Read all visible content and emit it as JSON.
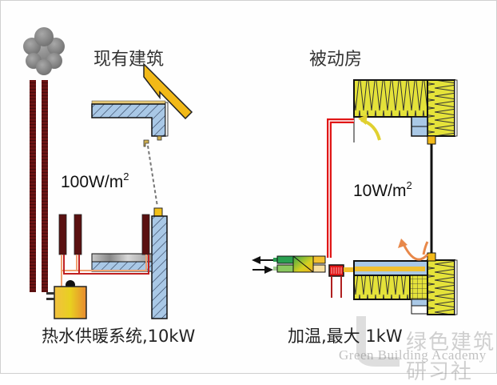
{
  "left_panel": {
    "title": "现有建筑",
    "heat_loss_value": "100W/m",
    "heat_loss_exp": "2",
    "caption": "热水供暖系统,10kW"
  },
  "right_panel": {
    "title": "被动房",
    "heat_loss_value": "10W/m",
    "heat_loss_exp": "2",
    "caption": "加温,最大 1kW"
  },
  "watermark": {
    "cn": "绿色建筑研习社",
    "en": "Green Building Academy"
  },
  "colors": {
    "brick": "#6b1414",
    "concrete": "#a9c8e6",
    "insulation": "#e4e23a",
    "sun_shade": "#f2b918",
    "hot_pipe": "#e01616",
    "smoke": "#8c8c8c",
    "warm_air": "#f0c030",
    "arrow_orange": "#e8884a"
  }
}
